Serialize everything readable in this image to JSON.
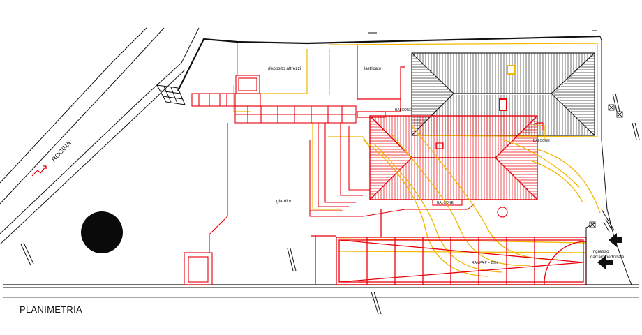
{
  "drawing": {
    "title": "PLANIMETRIA",
    "labels": {
      "canal": "ROGGIA",
      "storage": "deposito attrezzi",
      "paving": "lastricato",
      "garden": "giardino",
      "balcony_1": "BALCONE",
      "balcony_2": "BALCONE",
      "balcony_3": "BALCONE",
      "ramp": "RAMPA P = 20%",
      "entrance_1": "ingresso",
      "entrance_2": "carraio/pedonale"
    }
  },
  "colors": {
    "existing": "#111111",
    "demolition": "#e8000b",
    "new": "#f2b800",
    "grey_roof": "#333333"
  }
}
